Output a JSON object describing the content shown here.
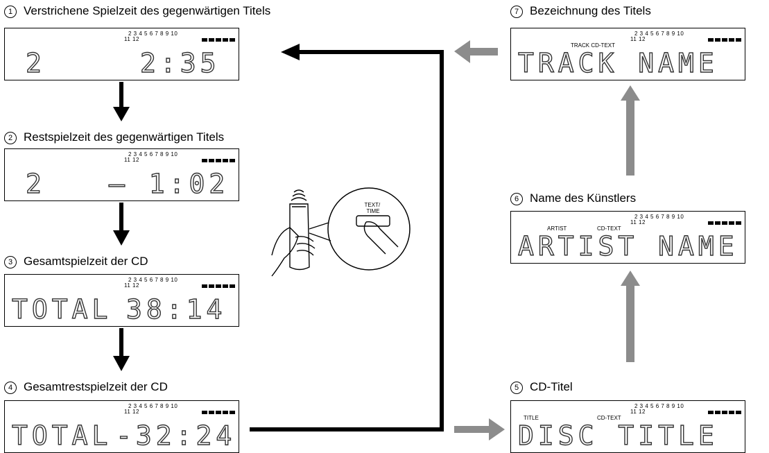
{
  "steps": [
    {
      "num": "1",
      "label": "Verstrichene Spielzeit des gegenwärtigen Titels",
      "left_text": "2",
      "right_text": "2:35",
      "tags": []
    },
    {
      "num": "2",
      "label": "Restspielzeit des gegenwärtigen Titels",
      "left_text": "2",
      "right_text": "– 1:02",
      "tags": []
    },
    {
      "num": "3",
      "label": "Gesamtspielzeit der CD",
      "left_text": "TOTAL",
      "right_text": "38:14",
      "tags": []
    },
    {
      "num": "4",
      "label": "Gesamtrestspielzeit der CD",
      "left_text": "TOTAL",
      "right_text": "-32:24",
      "tags": []
    },
    {
      "num": "5",
      "label": "CD-Titel",
      "left_text": "DISC TITLE",
      "right_text": "",
      "tags": [
        "TITLE",
        "CD-TEXT"
      ]
    },
    {
      "num": "6",
      "label": "Name des Künstlers",
      "left_text": "ARTIST NAME",
      "right_text": "",
      "tags": [
        "ARTIST",
        "CD-TEXT"
      ]
    },
    {
      "num": "7",
      "label": "Bezeichnung des Titels",
      "left_text": "TRACK NAME",
      "right_text": "",
      "tags": [
        "TRACK CD-TEXT"
      ]
    }
  ],
  "indicator_row1": "2 3 4 5 6 7 8 9 10",
  "indicator_row2": "11 12",
  "remote_button_label": "TEXT/\nTIME",
  "colors": {
    "black_arrow": "#000000",
    "gray_arrow": "#8c8c8c"
  }
}
